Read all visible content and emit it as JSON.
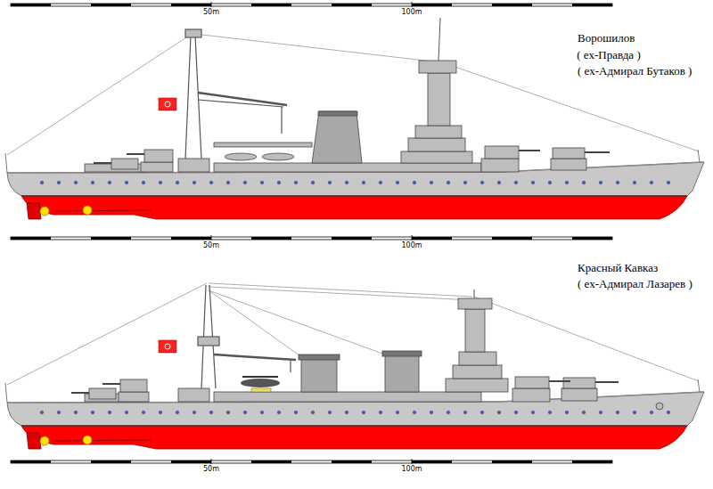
{
  "diagram": {
    "labels": [
      "50m",
      "100m",
      "Ворошилов",
      "( ех-Правда )",
      "( ех-Адмирал Бутаков )",
      "50m",
      "100m",
      "Красный Кавказ",
      "( ех-Адмирал Лазарев )",
      "50m",
      "100m"
    ]
  }
}
